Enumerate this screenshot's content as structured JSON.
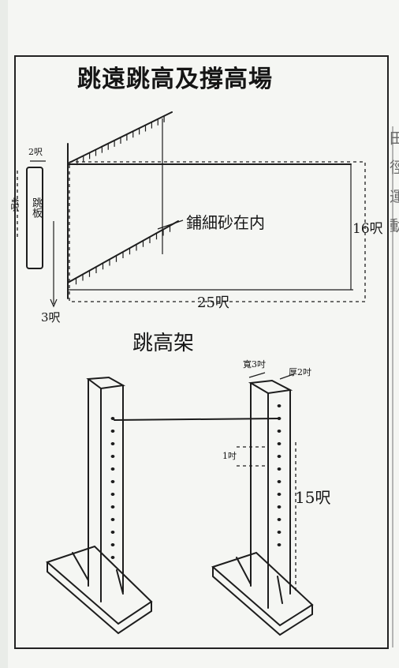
{
  "title": "跳遠跳高及撐高場",
  "top_diagram": {
    "board_label": "跳板",
    "board_width": "2呎",
    "board_length": "4呎",
    "pit_note": "鋪細砂在内",
    "pit_length": "25呎",
    "pit_width": "16呎",
    "runway_offset": "3呎"
  },
  "bottom_diagram": {
    "title": "跳高架",
    "width_label": "寬3吋",
    "thickness_label": "厚2吋",
    "hole_spacing": "1吋",
    "height_label": "15呎"
  },
  "edge_text": "田徑運動"
}
